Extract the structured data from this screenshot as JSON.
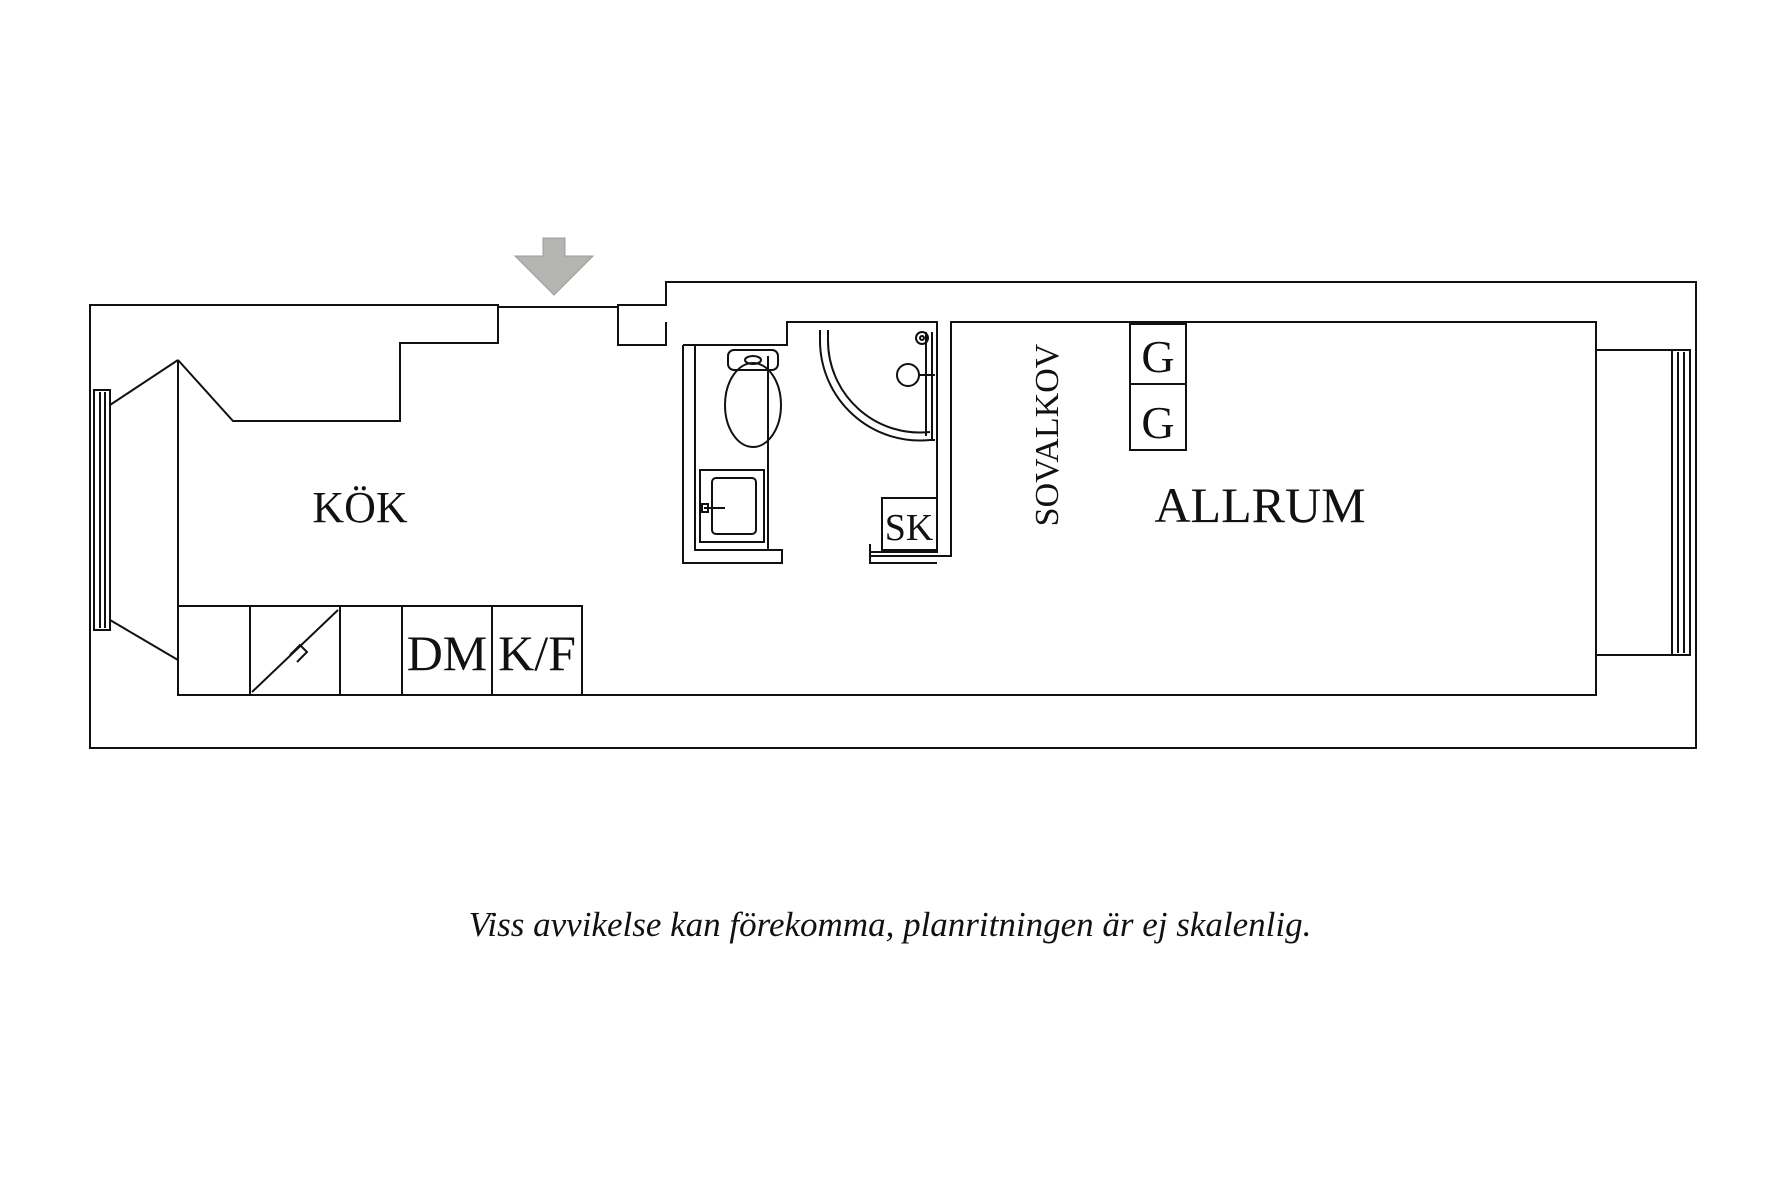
{
  "floorplan": {
    "entrance": {
      "icon": "arrow-down-icon",
      "color": "#b4b4b0"
    },
    "rooms": {
      "kitchen": "KÖK",
      "living_room": "ALLRUM",
      "sleeping_alcove": "SOVALKOV"
    },
    "fixtures": {
      "dishwasher": "DM",
      "fridge_freezer": "K/F",
      "wardrobe": "SK",
      "closet_top": "G",
      "closet_bottom": "G"
    },
    "line_color": "#111111"
  },
  "disclaimer": "Viss avvikelse kan förekomma, planritningen är ej skalenlig."
}
